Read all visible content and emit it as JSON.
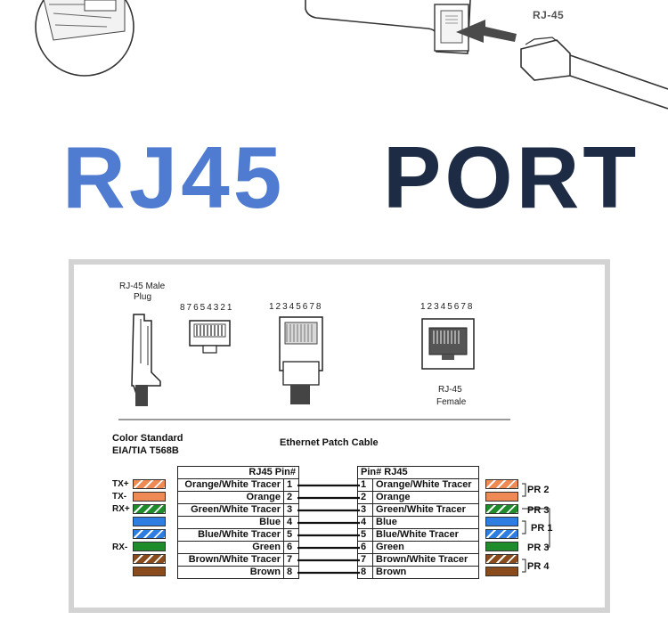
{
  "top": {
    "connector_label": "RJ-45"
  },
  "title": {
    "part1": "RJ45",
    "part2": "PORT"
  },
  "diagram": {
    "male_label_line1": "RJ-45 Male",
    "male_label_line2": "Plug",
    "pins_reverse": "87654321",
    "pins_forward_1": "12345678",
    "pins_forward_2": "12345678",
    "female_label_line1": "RJ-45",
    "female_label_line2": "Female",
    "standard_line1": "Color  Standard",
    "standard_line2": "EIA/TIA T568B",
    "cable_title": "Ethernet Patch Cable",
    "left_header": "RJ45   Pin#",
    "right_header": "Pin#   RJ45",
    "rows": [
      {
        "name": "Orange/White Tracer",
        "pin": "1",
        "left_sig": "TX+",
        "right_pr": ""
      },
      {
        "name": "Orange",
        "pin": "2",
        "left_sig": "TX-",
        "right_pr": ""
      },
      {
        "name": "Green/White Tracer",
        "pin": "3",
        "left_sig": "RX+",
        "right_pr": "PR 3"
      },
      {
        "name": "Blue",
        "pin": "4",
        "left_sig": "",
        "right_pr": ""
      },
      {
        "name": "Blue/White Tracer",
        "pin": "5",
        "left_sig": "",
        "right_pr": ""
      },
      {
        "name": "Green",
        "pin": "6",
        "left_sig": "RX-",
        "right_pr": "PR 3"
      },
      {
        "name": "Brown/White Tracer",
        "pin": "7",
        "left_sig": "",
        "right_pr": ""
      },
      {
        "name": "Brown",
        "pin": "8",
        "left_sig": "",
        "right_pr": ""
      }
    ],
    "pairs": [
      "PR 2",
      "PR 1",
      "PR 4"
    ],
    "colors": {
      "orange": "#ef8a55",
      "green": "#1f8c2c",
      "blue": "#2e7de0",
      "brown": "#8a4b1c",
      "title_blue": "#4f7bd0",
      "title_navy": "#1e2b45"
    }
  }
}
